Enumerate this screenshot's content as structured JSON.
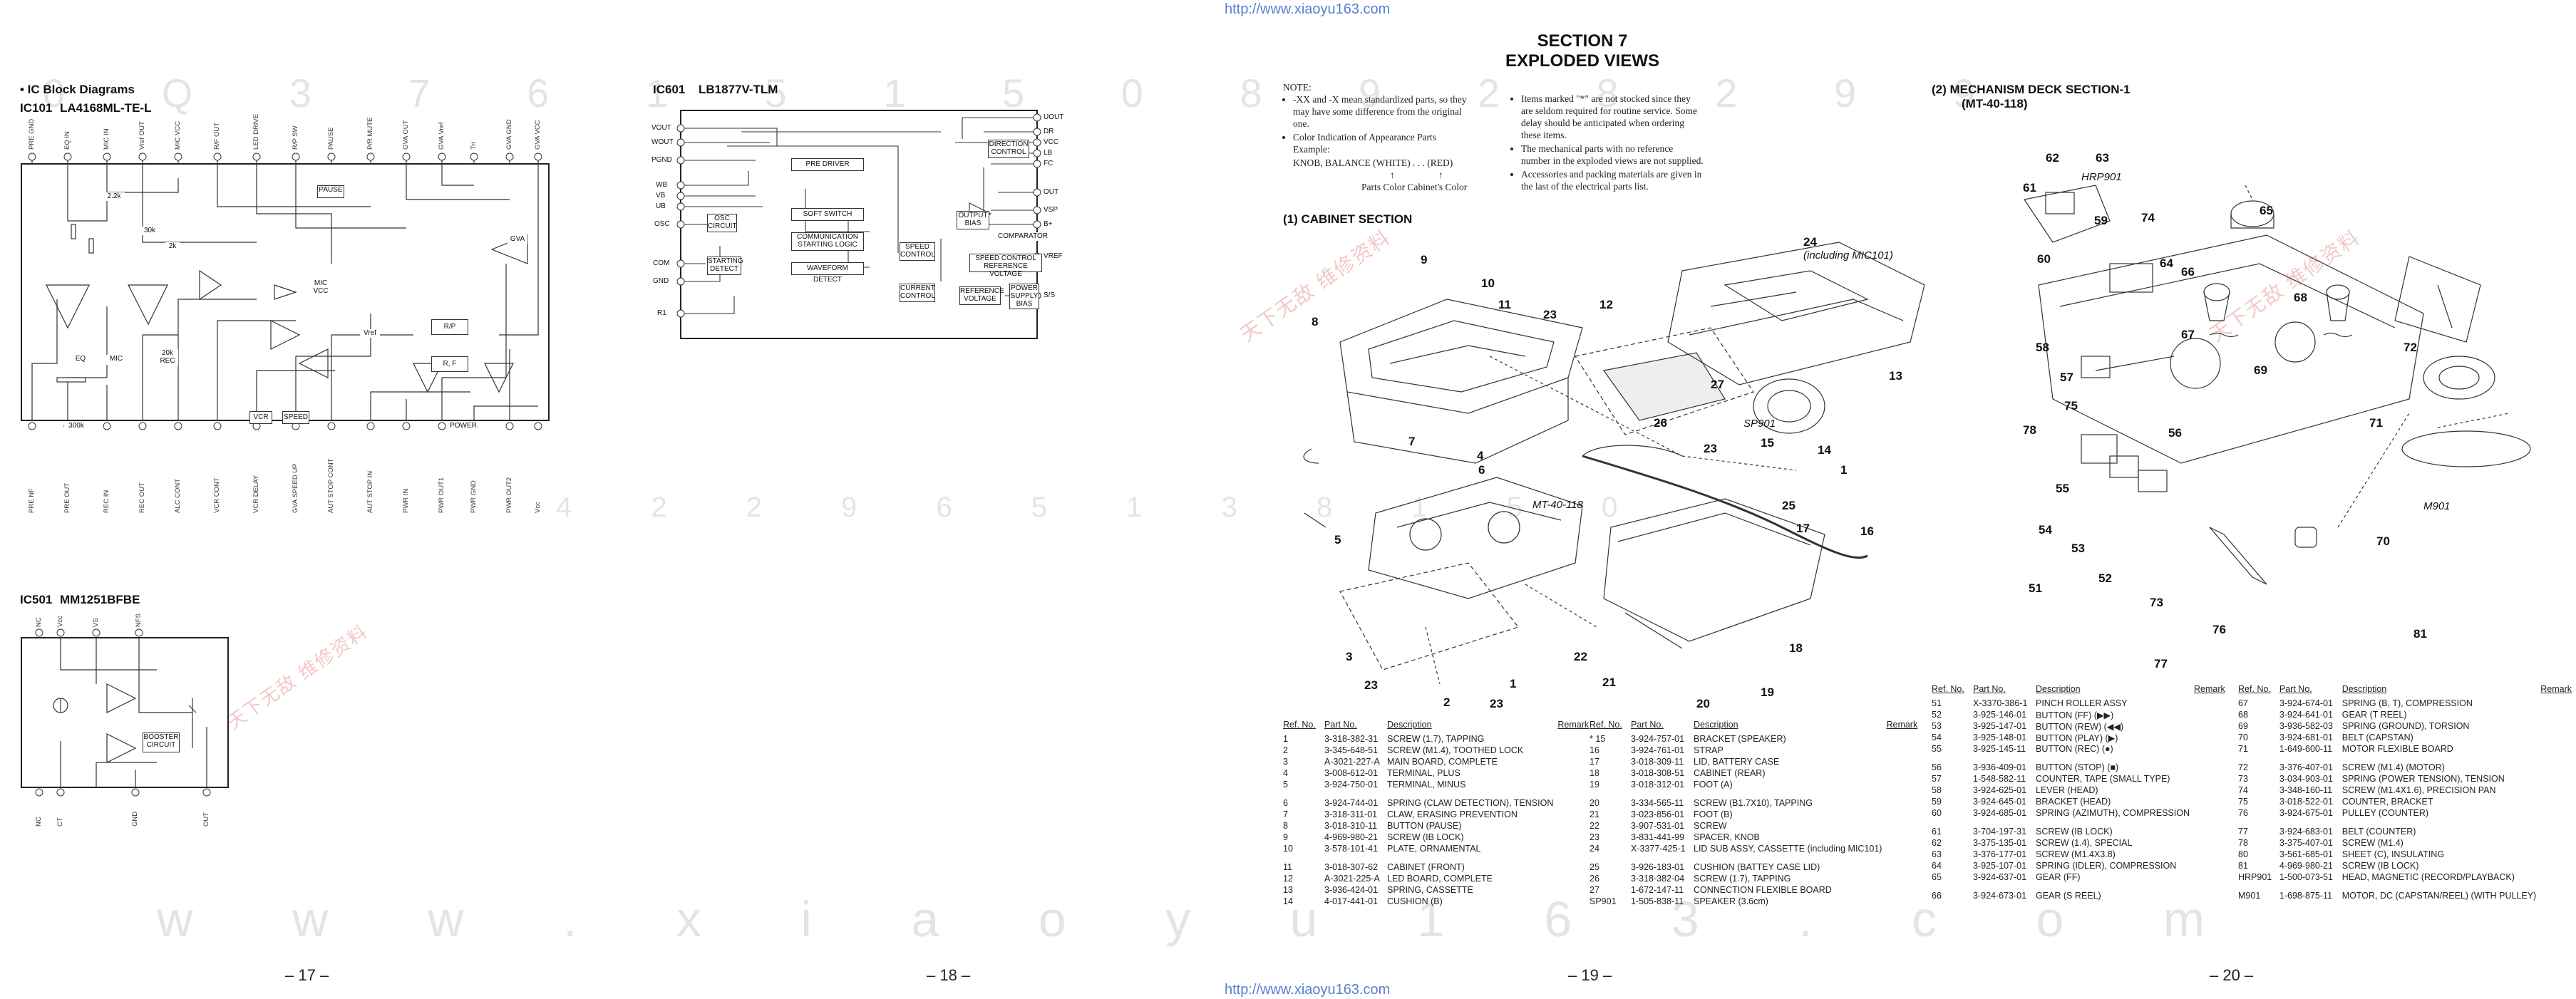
{
  "header_url": "http://www.xiaoyu163.com",
  "footer_url": "http://www.xiaoyu163.com",
  "watermark": {
    "row_top": "0 Q 3 7 6 1 5 1 5 0 8 9 2 8 2 9 9",
    "row_mid": "4 2 2 9 6 5 1 3 8 1 5 0",
    "row_bottom": "w w w . x i a o y u 1 6 3 . c o m",
    "stamp": "天下无敌 维修资料"
  },
  "page17": {
    "heading": "• IC Block Diagrams",
    "ic101_label": "IC101",
    "ic101_part": "LA4168ML-TE-L",
    "ic501_label": "IC501",
    "ic501_part": "MM1251BFBE",
    "page_number": "– 17 –",
    "ic101_top_pins": [
      "PRE GND",
      "EQ IN",
      "MIC IN",
      "Vref OUT",
      "MIC VCC",
      "R/F OUT",
      "LED DRIVE",
      "R/P SW",
      "PAUSE",
      "P/R MUTE",
      "GVA OUT",
      "GVA Vref",
      "Tri",
      "GVA GND",
      "GVA VCC"
    ],
    "ic101_bottom_pins": [
      "PRE NF",
      "PRE OUT",
      "REC IN",
      "REC OUT",
      "ALC CONT",
      "VCR CONT",
      "VCR DELAY",
      "GVA SPEED UP",
      "AUT STOP CONT",
      "AUT STOP IN",
      "PWR IN",
      "PWR OUT1",
      "PWR GND",
      "PWR OUT2",
      "Vcc"
    ],
    "ic101_blocks": {
      "eq": "EQ",
      "mic": "MIC",
      "rec": "20k REC",
      "mic_vcc": "MIC VCC",
      "vref": "Vref",
      "pause": "PAUSE",
      "rp": "R/P",
      "rf": "R, F",
      "vcr": "VCR",
      "speed": "SPEED",
      "power": "POWER",
      "gva": "GVA"
    },
    "ic101_values": {
      "r1": "2.2k",
      "r2": "30k",
      "r3": "2k",
      "r4": "300k"
    },
    "ic501_top_pins": [
      "NC",
      "Vcc",
      "VS",
      "NFS"
    ],
    "ic501_bottom_pins": [
      "NC",
      "CT",
      "GND",
      "OUT"
    ],
    "ic501_blocks": {
      "booster": "BOOSTER CIRCUIT"
    }
  },
  "page18": {
    "ic601_label": "IC601",
    "ic601_part": "LB1877V-TLM",
    "page_number": "– 18 –",
    "left_pins": [
      "VOUT",
      "WOUT",
      "PGND",
      "WB",
      "VB",
      "UB",
      "OSC",
      "COM",
      "GND",
      "R1"
    ],
    "right_pins": [
      "UOUT",
      "DR",
      "VCC",
      "LB",
      "FC",
      "OUT",
      "VSP",
      "B+",
      "VREF",
      "S/S"
    ],
    "blocks": [
      "PRE DRIVER",
      "SOFT SWITCH",
      "COMMUNICATION STARTING LOGIC",
      "WAVEFORM DETECT",
      "OSC CIRCUIT",
      "STARTING DETECT",
      "SPEED CONTROL",
      "CURRENT CONTROL",
      "OUTPUT BIAS",
      "COMPARATOR",
      "DIRECTION CONTROL",
      "SPEED CONTROL REFERENCE VOLTAGE",
      "REFERENCE VOLTAGE",
      "POWER SUPPLY BIAS"
    ]
  },
  "page19": {
    "section_line1": "SECTION 7",
    "section_line2": "EXPLODED VIEWS",
    "note_title": "NOTE:",
    "notes_left": [
      "-XX and -X mean standardized parts, so they may have some difference from the original one.",
      "Color Indication of Appearance Parts Example:"
    ],
    "color_example": "KNOB, BALANCE (WHITE) . . . (RED)",
    "color_arrow_left": "↑",
    "color_arrow_right": "↑",
    "color_caption": "Parts Color   Cabinet's Color",
    "notes_right": [
      "Items marked \"*\" are not stocked since they are seldom required for routine service. Some delay should be anticipated when ordering these items.",
      "The mechanical parts with no reference number in the exploded views are not supplied.",
      "Accessories and packing materials are given in the last of the electrical parts list."
    ],
    "subsection": "(1)   CABINET  SECTION",
    "callouts": [
      "9",
      "10",
      "11",
      "8",
      "23",
      "12",
      "24",
      "(including MIC101)",
      "27",
      "13",
      "26",
      "23",
      "SP901",
      "15",
      "14",
      "7",
      "6",
      "4",
      "1",
      "MT-40-118",
      "25",
      "17",
      "16",
      "5",
      "3",
      "23",
      "2",
      "23",
      "1",
      "22",
      "18",
      "21",
      "20",
      "19"
    ],
    "page_number": "– 19 –",
    "table_headers": [
      "Ref. No.",
      "Part No.",
      "Description",
      "Remark"
    ],
    "table_left": [
      [
        "1",
        "3-318-382-31",
        "SCREW (1.7), TAPPING",
        ""
      ],
      [
        "2",
        "3-345-648-51",
        "SCREW (M1.4), TOOTHED LOCK",
        ""
      ],
      [
        "3",
        "A-3021-227-A",
        "MAIN BOARD, COMPLETE",
        ""
      ],
      [
        "4",
        "3-008-612-01",
        "TERMINAL, PLUS",
        ""
      ],
      [
        "5",
        "3-924-750-01",
        "TERMINAL, MINUS",
        ""
      ],
      [
        "",
        "",
        "",
        ""
      ],
      [
        "6",
        "3-924-744-01",
        "SPRING (CLAW DETECTION), TENSION",
        ""
      ],
      [
        "7",
        "3-318-311-01",
        "CLAW, ERASING PREVENTION",
        ""
      ],
      [
        "8",
        "3-018-310-11",
        "BUTTON (PAUSE)",
        ""
      ],
      [
        "9",
        "4-969-980-21",
        "SCREW (IB LOCK)",
        ""
      ],
      [
        "10",
        "3-578-101-41",
        "PLATE, ORNAMENTAL",
        ""
      ],
      [
        "",
        "",
        "",
        ""
      ],
      [
        "11",
        "3-018-307-62",
        "CABINET (FRONT)",
        ""
      ],
      [
        "12",
        "A-3021-225-A",
        "LED BOARD, COMPLETE",
        ""
      ],
      [
        "13",
        "3-936-424-01",
        "SPRING, CASSETTE",
        ""
      ],
      [
        "14",
        "4-017-441-01",
        "CUSHION (B)",
        ""
      ]
    ],
    "table_right": [
      [
        "* 15",
        "3-924-757-01",
        "BRACKET (SPEAKER)",
        ""
      ],
      [
        "16",
        "3-924-761-01",
        "STRAP",
        ""
      ],
      [
        "17",
        "3-018-309-11",
        "LID, BATTERY CASE",
        ""
      ],
      [
        "18",
        "3-018-308-51",
        "CABINET (REAR)",
        ""
      ],
      [
        "19",
        "3-018-312-01",
        "FOOT (A)",
        ""
      ],
      [
        "",
        "",
        "",
        ""
      ],
      [
        "20",
        "3-334-565-11",
        "SCREW (B1.7X10), TAPPING",
        ""
      ],
      [
        "21",
        "3-023-856-01",
        "FOOT (B)",
        ""
      ],
      [
        "22",
        "3-907-531-01",
        "SCREW",
        ""
      ],
      [
        "23",
        "3-831-441-99",
        "SPACER, KNOB",
        ""
      ],
      [
        "24",
        "X-3377-425-1",
        "LID SUB ASSY, CASSETTE (including MIC101)",
        ""
      ],
      [
        "",
        "",
        "",
        ""
      ],
      [
        "25",
        "3-926-183-01",
        "CUSHION (BATTEY CASE LID)",
        ""
      ],
      [
        "26",
        "3-318-382-04",
        "SCREW (1.7), TAPPING",
        ""
      ],
      [
        "27",
        "1-672-147-11",
        "CONNECTION FLEXIBLE BOARD",
        ""
      ],
      [
        "SP901",
        "1-505-838-11",
        "SPEAKER (3.6cm)",
        ""
      ]
    ]
  },
  "page20": {
    "title_line1": "(2)   MECHANISM  DECK  SECTION-1",
    "title_line2": "(MT-40-118)",
    "callouts": [
      "62",
      "63",
      "HRP901",
      "61",
      "59",
      "74",
      "65",
      "60",
      "64",
      "66",
      "58",
      "68",
      "67",
      "69",
      "72",
      "57",
      "75",
      "56",
      "78",
      "55",
      "71",
      "54",
      "53",
      "52",
      "51",
      "M901",
      "70",
      "73",
      "76",
      "81",
      "77"
    ],
    "page_number": "– 20 –",
    "table_headers": [
      "Ref. No.",
      "Part No.",
      "Description",
      "Remark"
    ],
    "table_left": [
      [
        "51",
        "X-3370-386-1",
        "PINCH ROLLER ASSY",
        ""
      ],
      [
        "52",
        "3-925-146-01",
        "BUTTON (FF) (▶▶)",
        ""
      ],
      [
        "53",
        "3-925-147-01",
        "BUTTON (REW) (◀◀)",
        ""
      ],
      [
        "54",
        "3-925-148-01",
        "BUTTON (PLAY) (▶)",
        ""
      ],
      [
        "55",
        "3-925-145-11",
        "BUTTON (REC) (●)",
        ""
      ],
      [
        "",
        "",
        "",
        ""
      ],
      [
        "56",
        "3-936-409-01",
        "BUTTON (STOP) (■)",
        ""
      ],
      [
        "57",
        "1-548-582-11",
        "COUNTER, TAPE (SMALL TYPE)",
        ""
      ],
      [
        "58",
        "3-924-625-01",
        "LEVER (HEAD)",
        ""
      ],
      [
        "59",
        "3-924-645-01",
        "BRACKET (HEAD)",
        ""
      ],
      [
        "60",
        "3-924-685-01",
        "SPRING (AZIMUTH), COMPRESSION",
        ""
      ],
      [
        "",
        "",
        "",
        ""
      ],
      [
        "61",
        "3-704-197-31",
        "SCREW (IB LOCK)",
        ""
      ],
      [
        "62",
        "3-375-135-01",
        "SCREW (1.4), SPECIAL",
        ""
      ],
      [
        "63",
        "3-376-177-01",
        "SCREW (M1.4X3.8)",
        ""
      ],
      [
        "64",
        "3-925-107-01",
        "SPRING (IDLER), COMPRESSION",
        ""
      ],
      [
        "65",
        "3-924-637-01",
        "GEAR (FF)",
        ""
      ],
      [
        "",
        "",
        "",
        ""
      ],
      [
        "66",
        "3-924-673-01",
        "GEAR (S REEL)",
        ""
      ]
    ],
    "table_right": [
      [
        "67",
        "3-924-674-01",
        "SPRING (B, T), COMPRESSION",
        ""
      ],
      [
        "68",
        "3-924-641-01",
        "GEAR (T REEL)",
        ""
      ],
      [
        "69",
        "3-936-582-03",
        "SPRING (GROUND), TORSION",
        ""
      ],
      [
        "70",
        "3-924-681-01",
        "BELT (CAPSTAN)",
        ""
      ],
      [
        "71",
        "1-649-600-11",
        "MOTOR FLEXIBLE BOARD",
        ""
      ],
      [
        "",
        "",
        "",
        ""
      ],
      [
        "72",
        "3-376-407-01",
        "SCREW (M1.4) (MOTOR)",
        ""
      ],
      [
        "73",
        "3-034-903-01",
        "SPRING (POWER TENSION), TENSION",
        ""
      ],
      [
        "74",
        "3-348-160-11",
        "SCREW (M1.4X1.6), PRECISION PAN",
        ""
      ],
      [
        "75",
        "3-018-522-01",
        "COUNTER, BRACKET",
        ""
      ],
      [
        "76",
        "3-924-675-01",
        "PULLEY (COUNTER)",
        ""
      ],
      [
        "",
        "",
        "",
        ""
      ],
      [
        "77",
        "3-924-683-01",
        "BELT (COUNTER)",
        ""
      ],
      [
        "78",
        "3-375-407-01",
        "SCREW (M1.4)",
        ""
      ],
      [
        "80",
        "3-561-685-01",
        "SHEET (C), INSULATING",
        ""
      ],
      [
        "81",
        "4-969-980-21",
        "SCREW (IB LOCK)",
        ""
      ],
      [
        "HRP901",
        "1-500-073-51",
        "HEAD, MAGNETIC (RECORD/PLAYBACK)",
        ""
      ],
      [
        "",
        "",
        "",
        ""
      ],
      [
        "M901",
        "1-698-875-11",
        "MOTOR, DC (CAPSTAN/REEL) (WITH PULLEY)",
        ""
      ]
    ]
  }
}
